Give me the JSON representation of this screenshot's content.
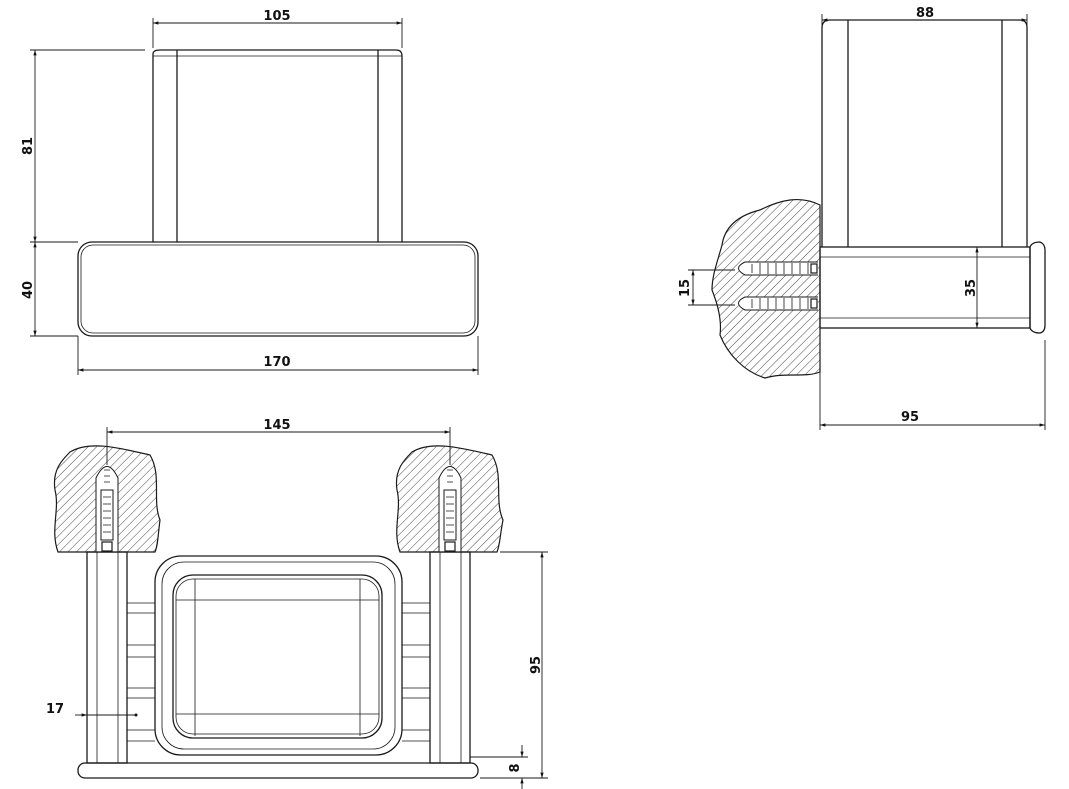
{
  "drawing": {
    "front_view": {
      "cup_width": "105",
      "cup_height": "81",
      "base_height": "40",
      "base_width": "170"
    },
    "side_view": {
      "cup_depth": "88",
      "band_height": "35",
      "screw_spacing": "15",
      "projection": "95"
    },
    "top_view": {
      "screw_distance": "145",
      "height": "95",
      "plate_thickness": "8",
      "post_offset": "17"
    },
    "colors": {
      "line": "#1a1a1a",
      "background": "#ffffff"
    }
  }
}
